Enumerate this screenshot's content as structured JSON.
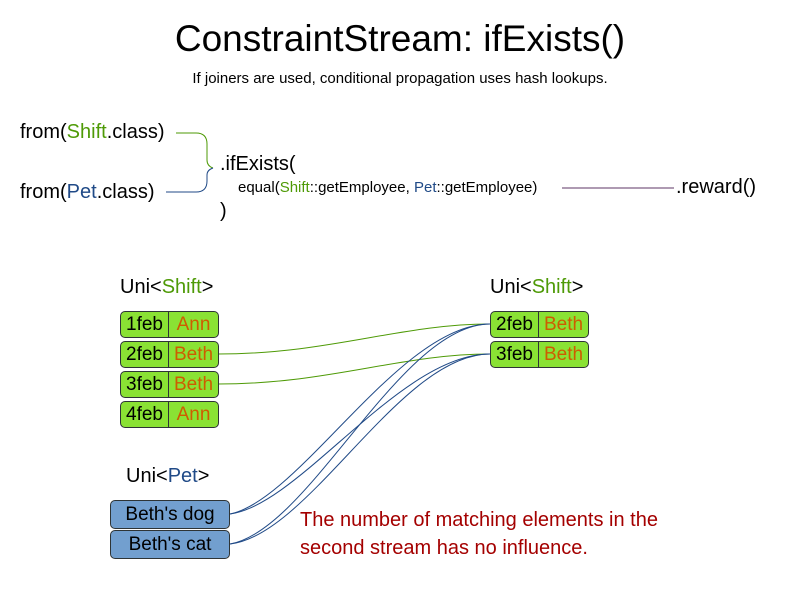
{
  "title": "ConstraintStream: ifExists()",
  "subtitle": "If joiners are used, conditional propagation uses hash lookups.",
  "code": {
    "from_prefix": "from(",
    "from_suffix": ".class)",
    "shift": "Shift",
    "pet": "Pet",
    "if_exists": ".ifExists(",
    "equal_prefix": "equal(",
    "sep": "::",
    "get_employee": "getEmployee",
    "comma": ", ",
    "close_paren": ")",
    "reward": ".reward()"
  },
  "left_shift_stream": {
    "header_prefix": "Uni<",
    "header_type": "Shift",
    "header_suffix": ">",
    "rows": [
      {
        "date": "1feb",
        "employee": "Ann"
      },
      {
        "date": "2feb",
        "employee": "Beth"
      },
      {
        "date": "3feb",
        "employee": "Beth"
      },
      {
        "date": "4feb",
        "employee": "Ann"
      }
    ]
  },
  "pet_stream": {
    "header_prefix": "Uni<",
    "header_type": "Pet",
    "header_suffix": ">",
    "rows": [
      "Beth's dog",
      "Beth's cat"
    ]
  },
  "right_shift_stream": {
    "header_prefix": "Uni<",
    "header_type": "Shift",
    "header_suffix": ">",
    "rows": [
      {
        "date": "2feb",
        "employee": "Beth"
      },
      {
        "date": "3feb",
        "employee": "Beth"
      }
    ]
  },
  "note": "The number of matching elements in the second stream has no influence.",
  "colors": {
    "shift_text": "#4e9a06",
    "pet_text": "#204a87",
    "employee_text": "#ce5c00",
    "note_text": "#a40000",
    "shift_box": "#8ae234",
    "pet_box": "#729fcf",
    "reward_line": "#5c3566"
  }
}
